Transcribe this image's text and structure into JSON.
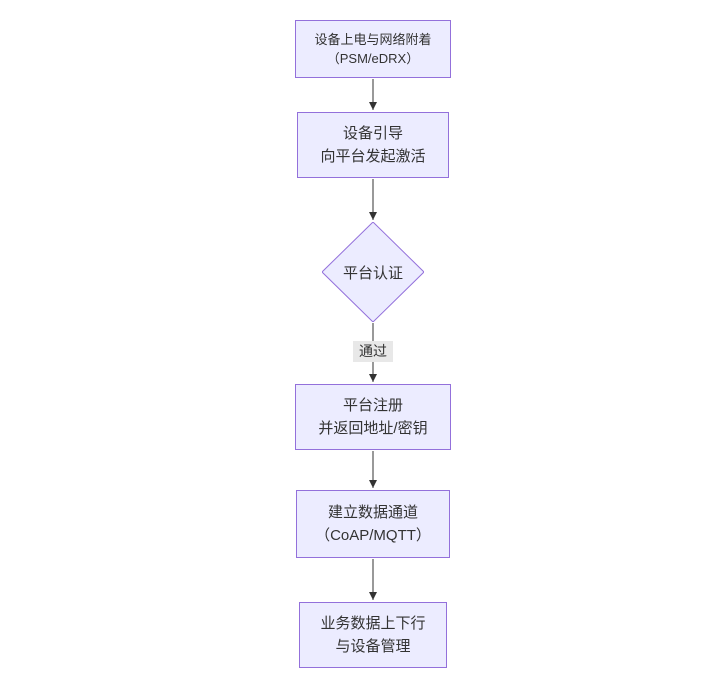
{
  "colors": {
    "canvas_bg": "#ffffff",
    "node_fill": "#ECECFF",
    "node_border": "#9370DB",
    "edge": "#333333",
    "label_bg": "#e8e8e8",
    "text": "#333333"
  },
  "nodes": {
    "power": {
      "line1": "设备上电与网络附着",
      "line2": "（PSM/eDRX）"
    },
    "bootstrap": {
      "line1": "设备引导",
      "line2": "向平台发起激活"
    },
    "auth": {
      "label": "平台认证"
    },
    "register": {
      "line1": "平台注册",
      "line2": "并返回地址/密钥"
    },
    "channel": {
      "line1": "建立数据通道",
      "line2": "（CoAP/MQTT）"
    },
    "business": {
      "line1": "业务数据上下行",
      "line2": "与设备管理"
    }
  },
  "edge_labels": {
    "auth_pass": "通过"
  }
}
